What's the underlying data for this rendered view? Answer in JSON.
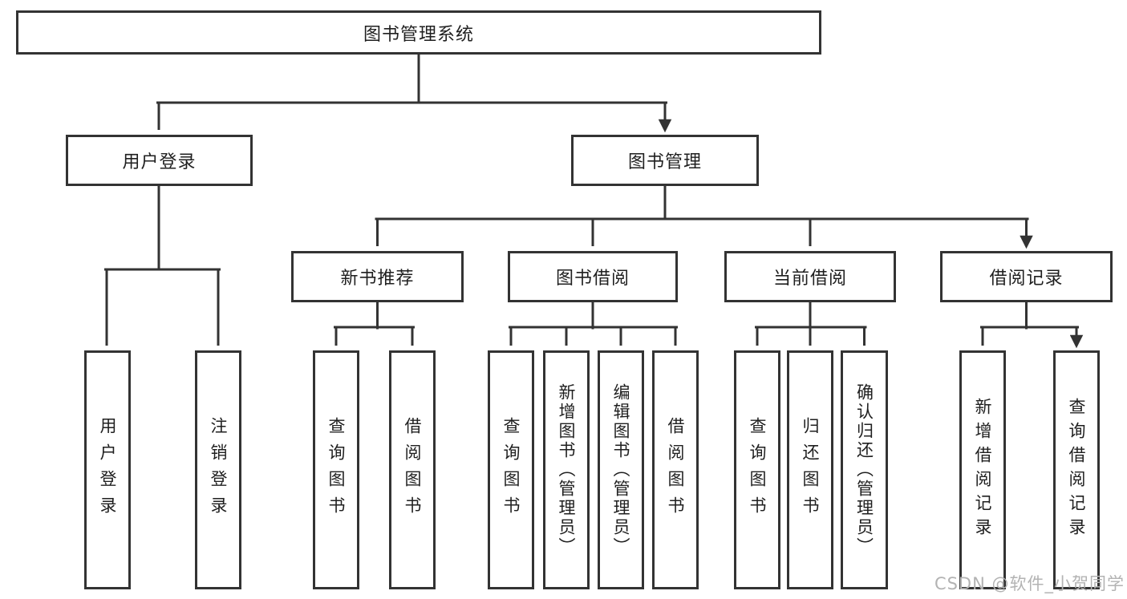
{
  "diagram_title": "图书管理系统",
  "colors": {
    "line": "#333333",
    "text": "#1f1f1f",
    "box_fill": "#ffffff",
    "background": "#ffffff",
    "watermark": "#b3b3b3"
  },
  "nodes": {
    "root": "图书管理系统",
    "user_login": "用户登录",
    "book_management": "图书管理",
    "new_book_recommend": "新书推荐",
    "book_borrowing": "图书借阅",
    "current_borrowing": "当前借阅",
    "borrowing_records": "借阅记录",
    "leaf_user_login": "用户登录",
    "leaf_logout": "注销登录",
    "leaf_nbr_query_books": "查询图书",
    "leaf_nbr_borrow_books": "借阅图书",
    "leaf_bb_query_books": "查询图书",
    "leaf_bb_add_books_admin": "新增图书（管理员）",
    "leaf_bb_edit_books_admin": "编辑图书（管理员）",
    "leaf_bb_borrow_books": "借阅图书",
    "leaf_cb_query_books": "查询图书",
    "leaf_cb_return_books": "归还图书",
    "leaf_cb_confirm_return_admin": "确认归还（管理员）",
    "leaf_br_add_record": "新增借阅记录",
    "leaf_br_query_record": "查询借阅记录"
  },
  "watermark": "CSDN @软件_小贺同学"
}
